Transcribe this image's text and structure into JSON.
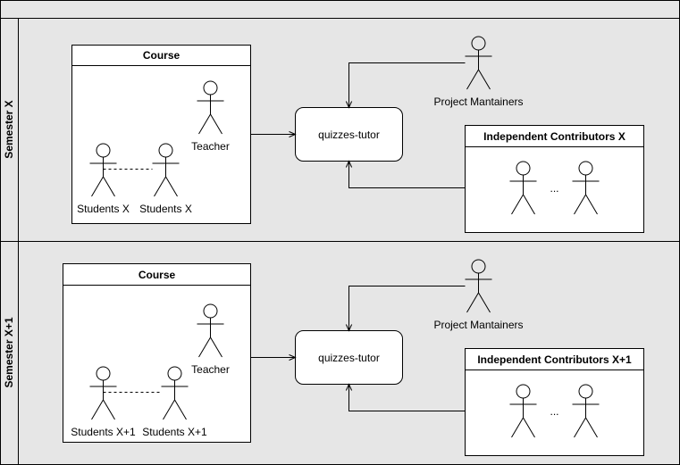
{
  "lanes": [
    {
      "label": "Semester X",
      "course_title": "Course",
      "teacher_label": "Teacher",
      "students_left_label": "Students X",
      "students_right_label": "Students X",
      "system_label": "quizzes-tutor",
      "maintainers_label": "Project Mantainers",
      "contributors_title": "Independent Contributors X",
      "contributors_ellipsis": "..."
    },
    {
      "label": "Semester X+1",
      "course_title": "Course",
      "teacher_label": "Teacher",
      "students_left_label": "Students X+1",
      "students_right_label": "Students X+1",
      "system_label": "quizzes-tutor",
      "maintainers_label": "Project Mantainers",
      "contributors_title": "Independent Contributors X+1",
      "contributors_ellipsis": "..."
    }
  ],
  "colors": {
    "lane_fill": "#e6e6e6",
    "box_fill": "#ffffff",
    "stroke": "#000000"
  }
}
